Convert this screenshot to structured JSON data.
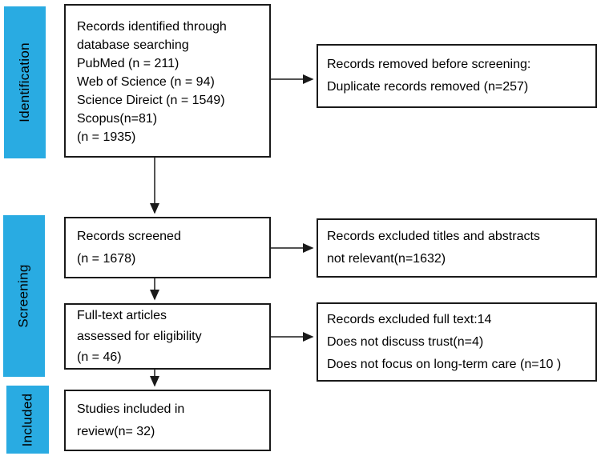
{
  "figure": {
    "kind": "PRISMA flow diagram",
    "accent_color": "#29ABE2",
    "border_color": "#1a1a1a",
    "stages": [
      {
        "id": "identification",
        "label": "Identification"
      },
      {
        "id": "screening",
        "label": "Screening"
      },
      {
        "id": "included",
        "label": "Included"
      }
    ],
    "boxes": {
      "identified": {
        "lines": [
          "Records identified through",
          "database searching",
          "PubMed (n = 211)",
          "Web of Science (n = 94)",
          "Science Direict (n = 1549)",
          "Scopus(n=81)",
          "(n = 1935)"
        ]
      },
      "screened": {
        "lines": [
          "Records screened",
          "(n = 1678)"
        ]
      },
      "fulltext": {
        "lines": [
          "Full-text articles",
          "assessed for eligibility",
          "(n = 46)"
        ]
      },
      "included": {
        "lines": [
          "Studies included in",
          "review(n= 32)"
        ]
      },
      "removed_before_screening": {
        "lines": [
          "Records removed before screening:",
          "Duplicate records removed (n=257)"
        ]
      },
      "excluded_titles_abstracts": {
        "lines": [
          "Records excluded titles and abstracts",
          "not relevant(n=1632)"
        ]
      },
      "excluded_fulltext": {
        "lines": [
          "Records excluded full text:14",
          "Does not discuss trust(n=4)",
          "Does not focus on long-term care (n=10 )"
        ]
      }
    }
  }
}
